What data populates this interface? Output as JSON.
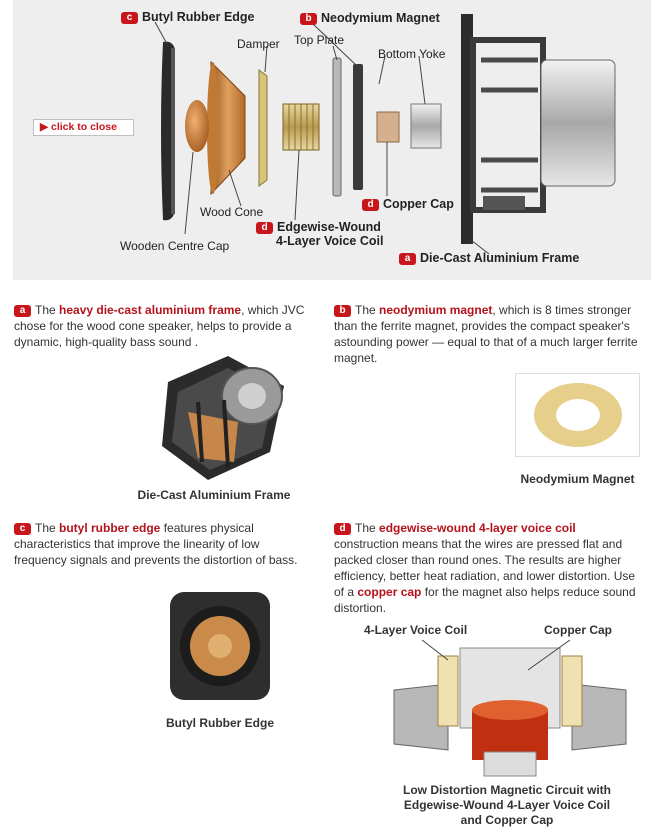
{
  "diagram": {
    "close_label": "▶ click to close",
    "labels": {
      "butyl": {
        "badge": "c",
        "text": "Butyl Rubber Edge"
      },
      "neodymium": {
        "badge": "b",
        "text": "Neodymium Magnet"
      },
      "damper": "Damper",
      "top_plate": "Top Plate",
      "bottom_yoke": "Bottom Yoke",
      "wood_cone": "Wood Cone",
      "wooden_centre_cap": "Wooden Centre Cap",
      "voice_coil": {
        "badge": "d",
        "line1": "Edgewise-Wound",
        "line2": "4-Layer Voice Coil"
      },
      "copper_cap": {
        "badge": "d",
        "text": "Copper Cap"
      },
      "frame": {
        "badge": "a",
        "text": "Die-Cast Aluminium Frame"
      }
    }
  },
  "sections": {
    "a": {
      "badge": "a",
      "pre": "The ",
      "highlight": "heavy die-cast aluminium frame",
      "post": ", which JVC chose for the wood cone speaker, helps to provide a dynamic, high-quality bass sound .",
      "caption": "Die-Cast Aluminium Frame"
    },
    "b": {
      "badge": "b",
      "pre": "The ",
      "highlight": "neodymium magnet",
      "post": ", which is 8 times stronger than the ferrite magnet, provides the compact speaker's astounding power — equal to that of a much larger ferrite magnet.",
      "caption": "Neodymium Magnet"
    },
    "c": {
      "badge": "c",
      "pre": "The ",
      "highlight": "butyl rubber edge",
      "post": " features physical characteristics that improve the linearity of low frequency signals and prevents the distortion of bass.",
      "caption": "Butyl Rubber Edge"
    },
    "d": {
      "badge": "d",
      "pre": "The ",
      "highlight": "edgewise-wound 4-layer voice coil",
      "mid": " construction means that the wires are pressed flat and packed closer than round ones. The results are higher efficiency, better heat radiation, and lower distortion. Use of a ",
      "highlight2": "copper cap",
      "post": " for the magnet also helps reduce sound distortion.",
      "figure_label_left": "4-Layer Voice Coil",
      "figure_label_right": "Copper Cap",
      "caption_line1": "Low Distortion Magnetic Circuit with",
      "caption_line2": "Edgewise-Wound 4-Layer Voice Coil",
      "caption_line3": "and Copper Cap"
    }
  },
  "colors": {
    "accent_red": "#c8161d",
    "highlight_red": "#b5121b",
    "panel_bg": "#eeeeee"
  }
}
